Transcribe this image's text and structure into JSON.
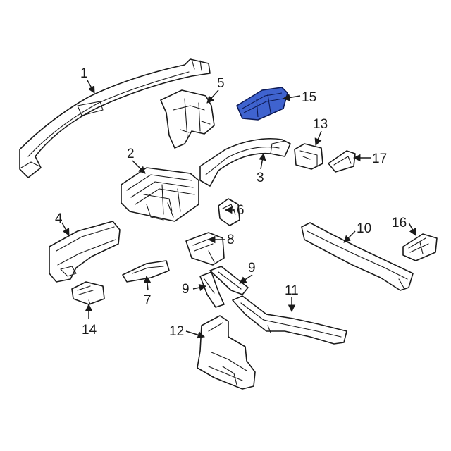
{
  "callouts": {
    "c1": "1",
    "c2": "2",
    "c3": "3",
    "c4": "4",
    "c5": "5",
    "c6": "6",
    "c7": "7",
    "c8": "8",
    "c9a": "9",
    "c9b": "9",
    "c10": "10",
    "c11": "11",
    "c12": "12",
    "c13": "13",
    "c14": "14",
    "c15": "15",
    "c16": "16",
    "c17": "17"
  },
  "colors": {
    "highlight_part": "#3f63cf",
    "line": "#1a1a1a",
    "background": "#ffffff"
  }
}
